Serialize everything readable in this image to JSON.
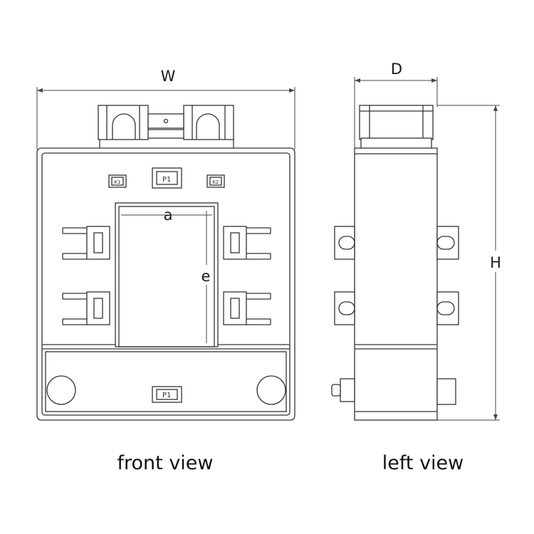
{
  "dimensions": {
    "width_label": "W",
    "depth_label": "D",
    "height_label": "H",
    "window_width_label": "a",
    "window_height_label": "e"
  },
  "views": {
    "front": "front view",
    "left": "left view"
  },
  "marks": {
    "top_left": "K1",
    "center": "P1",
    "top_right": "K2",
    "bottom": "P1"
  },
  "colors": {
    "line": "#333333",
    "background": "#ffffff"
  }
}
